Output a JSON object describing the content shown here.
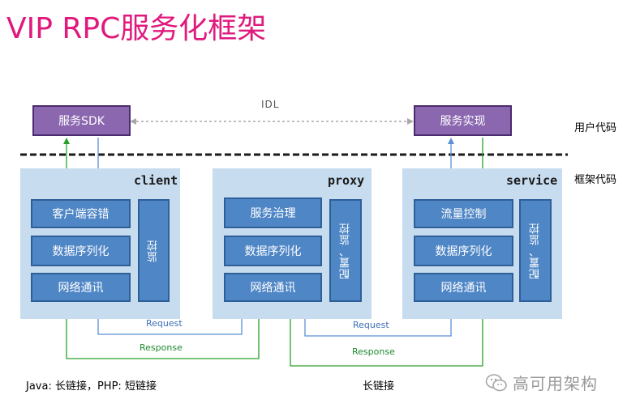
{
  "title": "VIP RPC服务化框架",
  "top": {
    "sdk": "服务SDK",
    "impl": "服务实现",
    "idl": "IDL",
    "user_code": "用户代码",
    "framework_code": "框架代码"
  },
  "client": {
    "label": "client",
    "boxes": [
      "客户端容错",
      "数据序列化",
      "网络通讯"
    ],
    "side": "监控"
  },
  "proxy": {
    "label": "proxy",
    "boxes": [
      "服务治理",
      "数据序列化",
      "网络通讯"
    ],
    "side": "配置、监控"
  },
  "service": {
    "label": "service",
    "boxes": [
      "流量控制",
      "数据序列化",
      "网络通讯"
    ],
    "side": "配置、监控"
  },
  "flows": {
    "request_left": "Request",
    "response_left": "Response",
    "request_right": "Request",
    "response_right": "Response"
  },
  "notes": {
    "bottom_left": "Java: 长链接，PHP: 短链接",
    "bottom_center": "长链接",
    "watermark": "高可用架构"
  },
  "colors": {
    "title": "#e0197d",
    "purple_box": "#8b67b0",
    "panel": "#c7dcef",
    "blue_box": "#4f86c6",
    "request_line": "#5b8fd6",
    "response_line": "#2aa02a"
  }
}
